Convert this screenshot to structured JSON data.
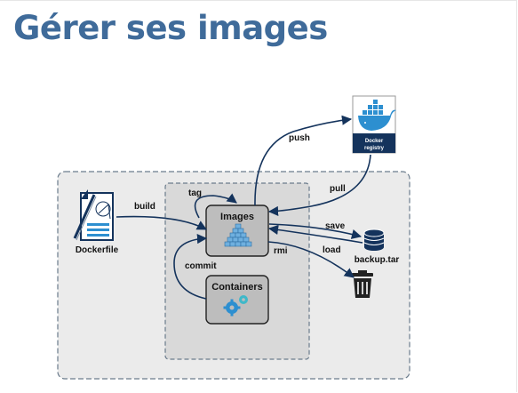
{
  "slide": {
    "title": "Gérer ses images",
    "colors": {
      "title": "#3f6b9a",
      "arrow": "#14335c",
      "docker_blue": "#2d8fd0",
      "outer_box": "#ebebeb",
      "inner_box": "#d9d9d9",
      "node_box": "#bdbdbd"
    }
  },
  "diagram": {
    "dockerfile_label": "Dockerfile",
    "images_label": "Images",
    "containers_label": "Containers",
    "registry_label_line1": "Docker",
    "registry_label_line2": "registry",
    "backup_label": "backup.tar",
    "edges": {
      "build": "build",
      "tag": "tag",
      "commit": "commit",
      "push": "push",
      "pull": "pull",
      "save": "save",
      "load": "load",
      "rmi": "rmi"
    },
    "icons": [
      "dockerfile-icon",
      "image-layers-icon",
      "gears-icon",
      "docker-whale-icon",
      "database-icon",
      "trash-icon"
    ]
  }
}
